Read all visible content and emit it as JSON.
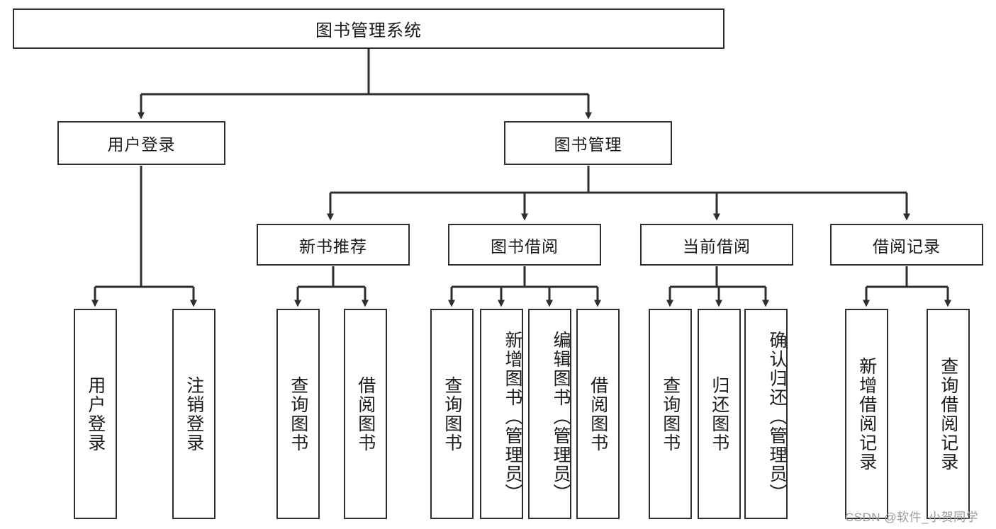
{
  "diagram": {
    "title": "图书管理系统",
    "type": "hierarchy-tree",
    "watermark": "CSDN @软件_小贺同学",
    "colors": {
      "box_border": "#2e2e2e",
      "box_fill": "#ffffff",
      "edge": "#2e2e2e",
      "text": "#1a1a1a",
      "watermark": "#9b9b9b"
    }
  },
  "nodes": {
    "root": {
      "label": "图书管理系统",
      "level": 0
    },
    "level1": [
      {
        "id": "user-login",
        "label": "用户登录"
      },
      {
        "id": "book-manage",
        "label": "图书管理"
      }
    ],
    "level2": [
      {
        "id": "new-book-recommend",
        "label": "新书推荐",
        "parent": "book-manage"
      },
      {
        "id": "book-borrow",
        "label": "图书借阅",
        "parent": "book-manage"
      },
      {
        "id": "current-borrow",
        "label": "当前借阅",
        "parent": "book-manage"
      },
      {
        "id": "borrow-record",
        "label": "借阅记录",
        "parent": "book-manage"
      }
    ],
    "leaves": [
      {
        "id": "leaf-user-login",
        "label": "用户登录",
        "parent": "user-login"
      },
      {
        "id": "leaf-logout",
        "label": "注销登录",
        "parent": "user-login"
      },
      {
        "id": "leaf-query-book-1",
        "label": "查询图书",
        "parent": "new-book-recommend"
      },
      {
        "id": "leaf-borrow-book-1",
        "label": "借阅图书",
        "parent": "new-book-recommend"
      },
      {
        "id": "leaf-query-book-2",
        "label": "查询图书",
        "parent": "book-borrow"
      },
      {
        "id": "leaf-add-book",
        "label": "新增图书（管理员）",
        "parent": "book-borrow"
      },
      {
        "id": "leaf-edit-book",
        "label": "编辑图书（管理员）",
        "parent": "book-borrow"
      },
      {
        "id": "leaf-borrow-book-2",
        "label": "借阅图书",
        "parent": "book-borrow"
      },
      {
        "id": "leaf-query-book-3",
        "label": "查询图书",
        "parent": "current-borrow"
      },
      {
        "id": "leaf-return-book",
        "label": "归还图书",
        "parent": "current-borrow"
      },
      {
        "id": "leaf-confirm-return",
        "label": "确认归还（管理员）",
        "parent": "current-borrow"
      },
      {
        "id": "leaf-add-record",
        "label": "新增借阅记录",
        "parent": "borrow-record"
      },
      {
        "id": "leaf-query-record",
        "label": "查询借阅记录",
        "parent": "borrow-record"
      }
    ]
  }
}
